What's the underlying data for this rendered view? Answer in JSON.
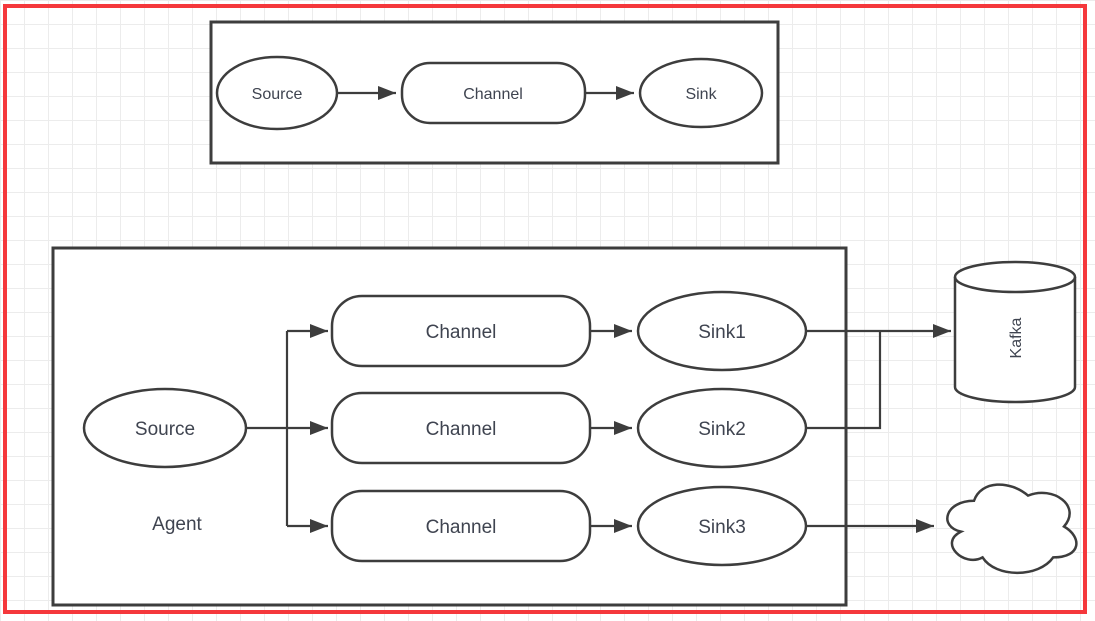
{
  "colors": {
    "frame_red": "#f5383c",
    "shape_stroke": "#3d3d3d",
    "shape_fill": "#ffffff",
    "label_text": "#3f4450",
    "grid_line": "#ececec"
  },
  "top_flow": {
    "source": "Source",
    "channel": "Channel",
    "sink": "Sink"
  },
  "agent_flow": {
    "agent": "Agent",
    "source": "Source",
    "channels": [
      "Channel",
      "Channel",
      "Channel"
    ],
    "sinks": [
      "Sink1",
      "Sink2",
      "Sink3"
    ]
  },
  "external": {
    "kafka": "Kafka"
  }
}
